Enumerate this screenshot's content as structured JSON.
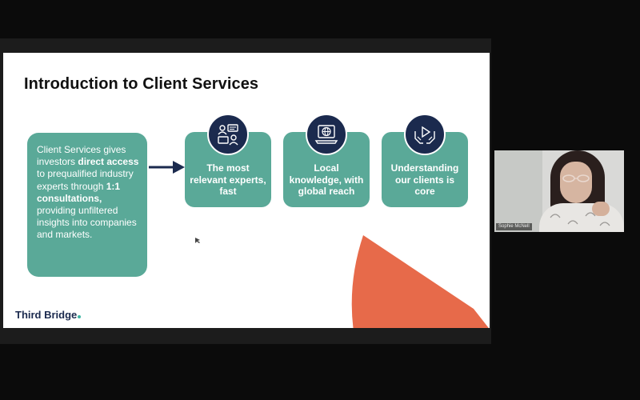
{
  "slide": {
    "title": "Introduction to Client Services",
    "intro": {
      "part1": "Client Services gives investors ",
      "bold1": "direct access",
      "part2": " to prequalified industry experts through ",
      "bold2": "1:1 consultations,",
      "part3": " providing unfiltered insights into companies and markets."
    },
    "cards": [
      {
        "label": "The most relevant experts, fast",
        "icon": "experts-icon"
      },
      {
        "label": "Local knowledge, with global reach",
        "icon": "globe-laptop-icon"
      },
      {
        "label": "Understanding our clients is core",
        "icon": "hands-play-icon"
      }
    ],
    "logo_text": "Third Bridge",
    "colors": {
      "card": "#5aa998",
      "icon_circle": "#1b2a4e",
      "accent_shape": "#e76a4a",
      "logo_dot": "#3fb6a4"
    }
  },
  "participant": {
    "name": "Sophie McNell"
  }
}
